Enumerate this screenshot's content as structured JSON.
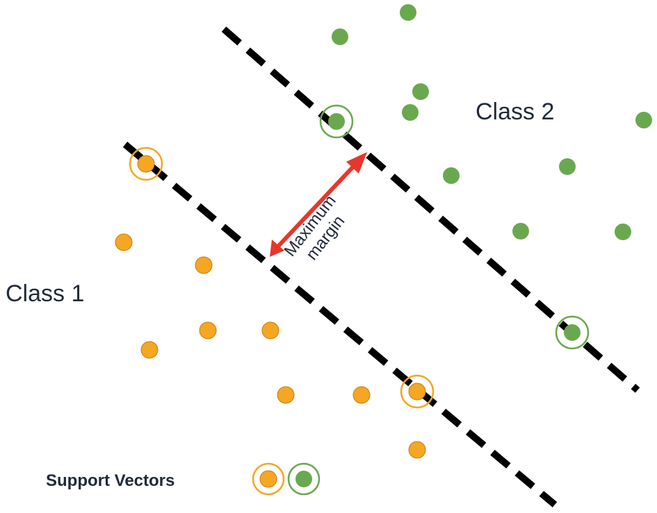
{
  "labels": {
    "class_1": "Class 1",
    "class_2": "Class 2",
    "margin_line_1": "Maximum",
    "margin_line_2": "margin",
    "legend": "Support Vectors"
  },
  "colors": {
    "class_1_point": "#f5a623",
    "class_2_point": "#6aa84f",
    "class_1_ring": "#f5a623",
    "class_2_ring": "#6aa84f",
    "margin_arrow": "#e8362b",
    "boundary_line": "#000000"
  }
}
